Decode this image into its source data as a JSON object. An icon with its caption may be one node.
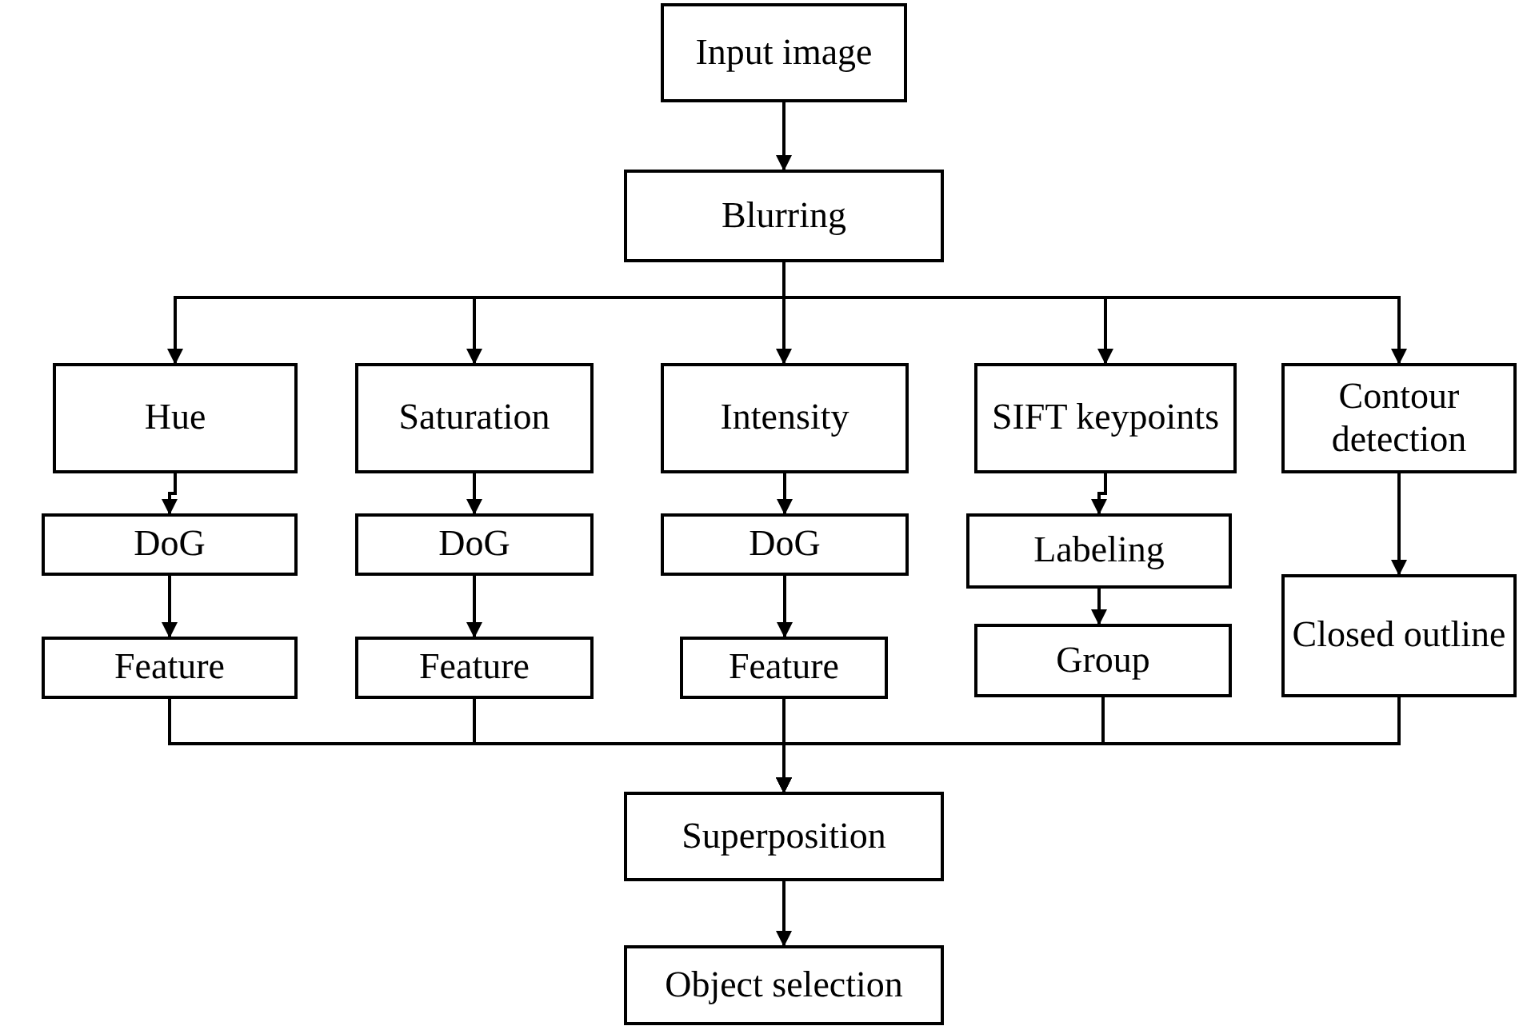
{
  "diagram": {
    "nodes": [
      {
        "text": [
          "Input image"
        ]
      },
      {
        "text": [
          "Blurring"
        ]
      },
      {
        "text": [
          "Hue"
        ]
      },
      {
        "text": [
          "Saturation"
        ]
      },
      {
        "text": [
          "Intensity"
        ]
      },
      {
        "text": [
          "SIFT keypoints"
        ]
      },
      {
        "text": [
          "Contour detection"
        ]
      },
      {
        "text": [
          "DoG"
        ]
      },
      {
        "text": [
          "DoG"
        ]
      },
      {
        "text": [
          "DoG"
        ]
      },
      {
        "text": [
          "Labeling"
        ]
      },
      {
        "text": [
          "Closed outline"
        ]
      },
      {
        "text": [
          "Feature"
        ]
      },
      {
        "text": [
          "Feature"
        ]
      },
      {
        "text": [
          "Feature"
        ]
      },
      {
        "text": [
          "Group"
        ]
      },
      {
        "text": [
          "Superposition"
        ]
      },
      {
        "text": [
          "Object selection"
        ]
      }
    ],
    "edges": [
      {
        "from": 0,
        "to": 1,
        "arrow": "to"
      },
      {
        "from": 1,
        "to": 2,
        "arrow": "to"
      },
      {
        "from": 1,
        "to": 3,
        "arrow": "to"
      },
      {
        "from": 1,
        "to": 4,
        "arrow": "to"
      },
      {
        "from": 1,
        "to": 5,
        "arrow": "to"
      },
      {
        "from": 1,
        "to": 6,
        "arrow": "to"
      },
      {
        "from": 2,
        "to": 7,
        "arrow": "to"
      },
      {
        "from": 3,
        "to": 8,
        "arrow": "to"
      },
      {
        "from": 4,
        "to": 9,
        "arrow": "to"
      },
      {
        "from": 5,
        "to": 10,
        "arrow": "to"
      },
      {
        "from": 6,
        "to": 11,
        "arrow": "to"
      },
      {
        "from": 7,
        "to": 12,
        "arrow": "to"
      },
      {
        "from": 8,
        "to": 13,
        "arrow": "to"
      },
      {
        "from": 9,
        "to": 14,
        "arrow": "to"
      },
      {
        "from": 10,
        "to": 15,
        "arrow": "to"
      },
      {
        "from": 12,
        "to": 16,
        "arrow": "to"
      },
      {
        "from": 13,
        "to": 16,
        "arrow": "to"
      },
      {
        "from": 14,
        "to": 16,
        "arrow": "to"
      },
      {
        "from": 15,
        "to": 16,
        "arrow": "to"
      },
      {
        "from": 11,
        "to": 16,
        "arrow": "to"
      },
      {
        "from": 16,
        "to": 17,
        "arrow": "to"
      }
    ]
  }
}
